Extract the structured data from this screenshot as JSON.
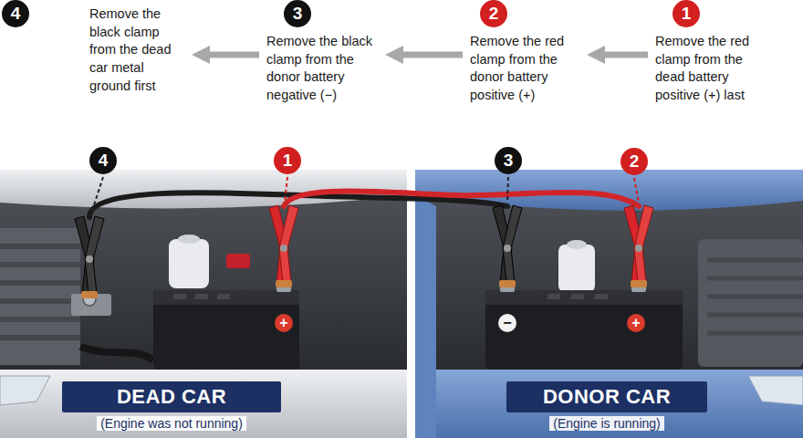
{
  "diagram": {
    "nodes": [
      {
        "text": [
          "4",
          "Remove the black clamp from the dead car metal ground first"
        ]
      },
      {
        "text": [
          "3",
          "Remove the black clamp from the donor battery negative (−)"
        ]
      },
      {
        "text": [
          "2",
          "Remove the red clamp from the donor battery positive (+)"
        ]
      },
      {
        "text": [
          "1",
          "Remove the red clamp from the dead battery positive (+) last"
        ]
      },
      {
        "text": [
          "DEAD CAR",
          "(Engine was not running)"
        ]
      },
      {
        "text": [
          "DONOR CAR",
          "(Engine is running)"
        ]
      }
    ],
    "edges": [
      {
        "from": 3,
        "to": 2,
        "arrow": "to"
      },
      {
        "from": 2,
        "to": 1,
        "arrow": "to"
      },
      {
        "from": 1,
        "to": 0,
        "arrow": "to"
      }
    ],
    "labels": [
      "4",
      "1",
      "3",
      "2",
      "+",
      "−",
      "+"
    ]
  }
}
